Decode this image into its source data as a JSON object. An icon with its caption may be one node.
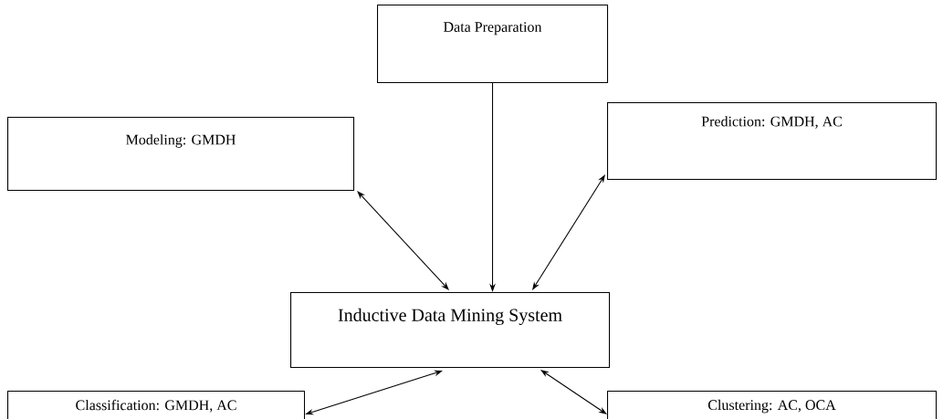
{
  "diagram": {
    "nodes": [
      {
        "text": [
          "Data Preparation"
        ]
      },
      {
        "text": [
          "Modeling: GMDH"
        ]
      },
      {
        "text": [
          "Prediction: GMDH, AC"
        ]
      },
      {
        "text": [
          "Inductive Data Mining System"
        ]
      },
      {
        "text": [
          "Classification: GMDH, AC"
        ]
      },
      {
        "text": [
          "Clustering: AC, OCA"
        ]
      }
    ],
    "edges": [
      {
        "from": 0,
        "to": 3,
        "arrow": "to"
      },
      {
        "from": 1,
        "to": 3,
        "arrow": "both"
      },
      {
        "from": 2,
        "to": 3,
        "arrow": "both"
      },
      {
        "from": 4,
        "to": 3,
        "arrow": "both"
      },
      {
        "from": 5,
        "to": 3,
        "arrow": "both"
      }
    ]
  }
}
